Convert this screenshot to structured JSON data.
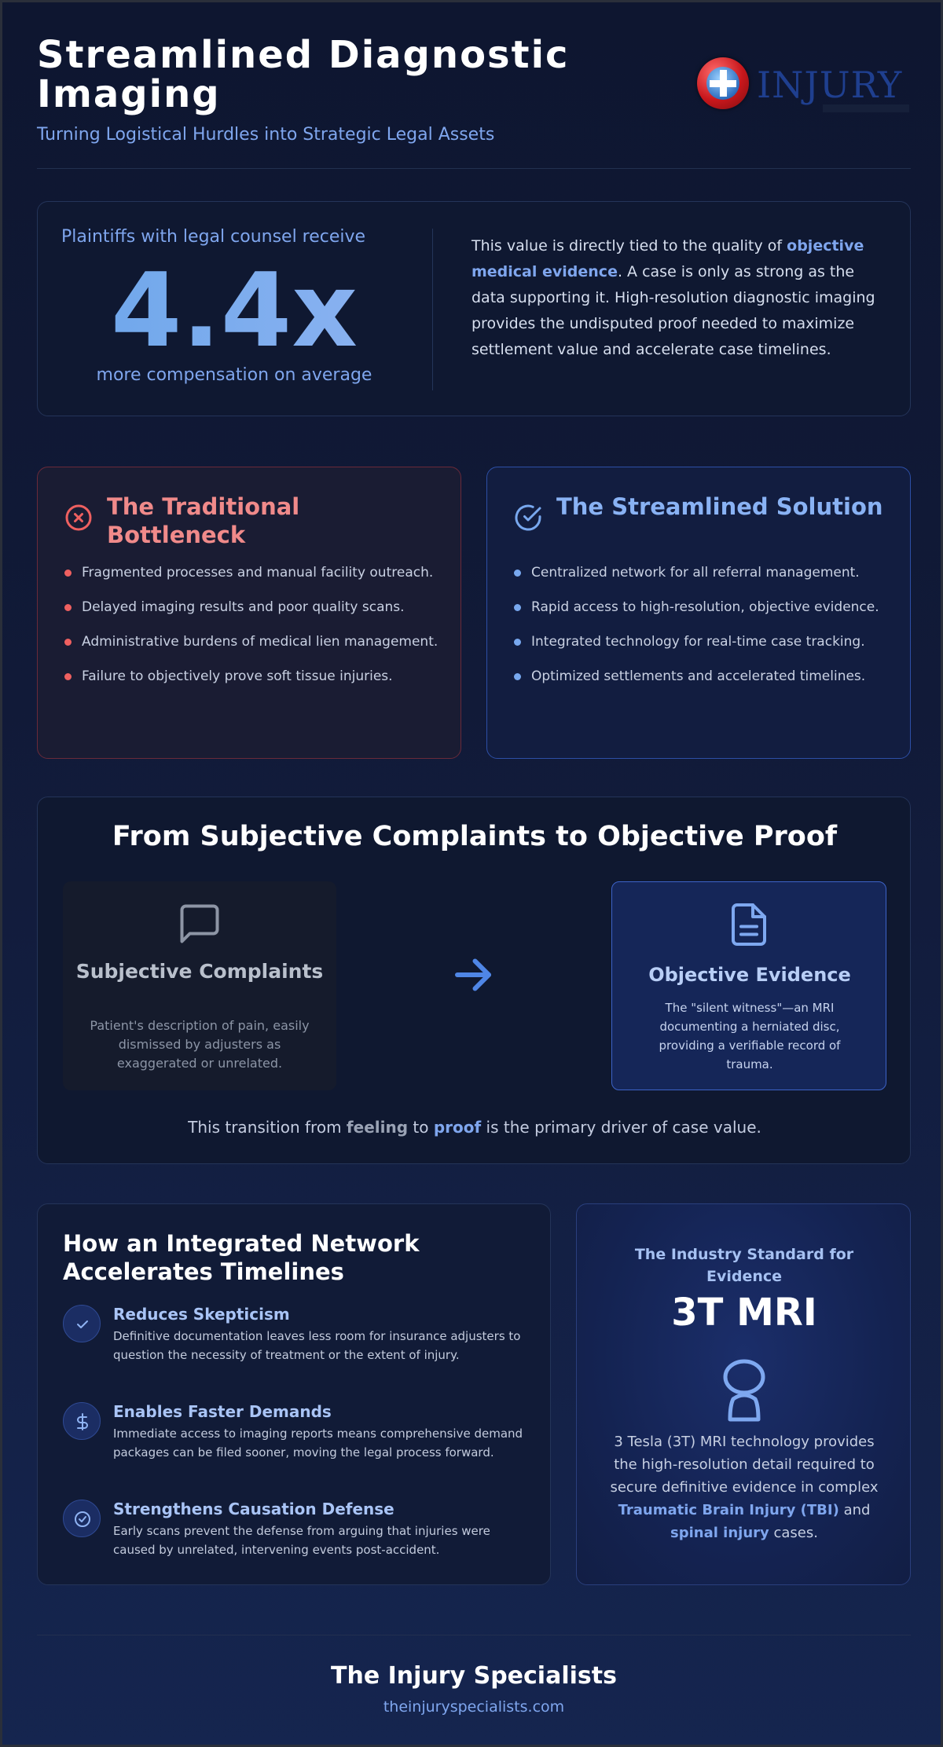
{
  "header": {
    "title": "Streamlined Diagnostic Imaging",
    "subtitle": "Turning Logistical Hurdles into Strategic Legal Assets",
    "logo_text": "INJURY",
    "logo_icon": "medical-cross-icon"
  },
  "stat": {
    "pre": "Plaintiffs with legal counsel receive",
    "value": "4.4x",
    "post": "more compensation on average",
    "text_before": "This value is directly tied to the quality of ",
    "highlight": "objective medical evidence",
    "text_after": ". A case is only as strong as the data supporting it. High-resolution diagnostic imaging provides the undisputed proof needed to maximize settlement value and accelerate case timelines."
  },
  "bottleneck": {
    "title": "The Traditional Bottleneck",
    "icon": "x-circle-icon",
    "items": [
      "Fragmented processes and manual facility outreach.",
      "Delayed imaging results and poor quality scans.",
      "Administrative burdens of medical lien management.",
      "Failure to objectively prove soft tissue injuries."
    ]
  },
  "solution": {
    "title": "The Streamlined Solution",
    "icon": "check-circle-icon",
    "items": [
      "Centralized network for all referral management.",
      "Rapid access to high-resolution, objective evidence.",
      "Integrated technology for real-time case tracking.",
      "Optimized settlements and accelerated timelines."
    ]
  },
  "transition": {
    "title": "From Subjective Complaints to Objective Proof",
    "subjective": {
      "title": "Subjective Complaints",
      "desc": "Patient's description of pain, easily dismissed by adjusters as exaggerated or unrelated.",
      "icon": "chat-bubble-icon"
    },
    "objective": {
      "title": "Objective Evidence",
      "desc": "The \"silent witness\"—an MRI documenting a herniated disc, providing a verifiable record of trauma.",
      "icon": "document-icon"
    },
    "foot_1": "This transition from ",
    "foot_feeling": "feeling",
    "foot_2": " to ",
    "foot_proof": "proof",
    "foot_3": " is the primary driver of case value."
  },
  "network": {
    "title": "How an Integrated Network Accelerates Timelines",
    "items": [
      {
        "head": "Reduces Skepticism",
        "desc": "Definitive documentation leaves less room for insurance adjusters to question the necessity of treatment or the extent of injury.",
        "icon": "check-icon"
      },
      {
        "head": "Enables Faster Demands",
        "desc": "Immediate access to imaging reports means comprehensive demand packages can be filed sooner, moving the legal process forward.",
        "icon": "dollar-icon"
      },
      {
        "head": "Strengthens Causation Defense",
        "desc": "Early scans prevent the defense from arguing that injuries were caused by unrelated, intervening events post-accident.",
        "icon": "check-circle-icon"
      }
    ]
  },
  "mri": {
    "pre": "The Industry Standard for Evidence",
    "value": "3T MRI",
    "icon": "brain-icon",
    "desc_1": "3 Tesla (3T) MRI technology provides the high-resolution detail required to secure definitive evidence in complex ",
    "hl_1": "Traumatic Brain Injury (TBI)",
    "desc_2": " and ",
    "hl_2": "spinal injury",
    "desc_3": " cases."
  },
  "footer": {
    "name": "The Injury Specialists",
    "url": "theinjuryspecialists.com"
  },
  "colors": {
    "accent": "#7fa6ee",
    "danger": "#f08a8a",
    "background": "#111a38"
  }
}
